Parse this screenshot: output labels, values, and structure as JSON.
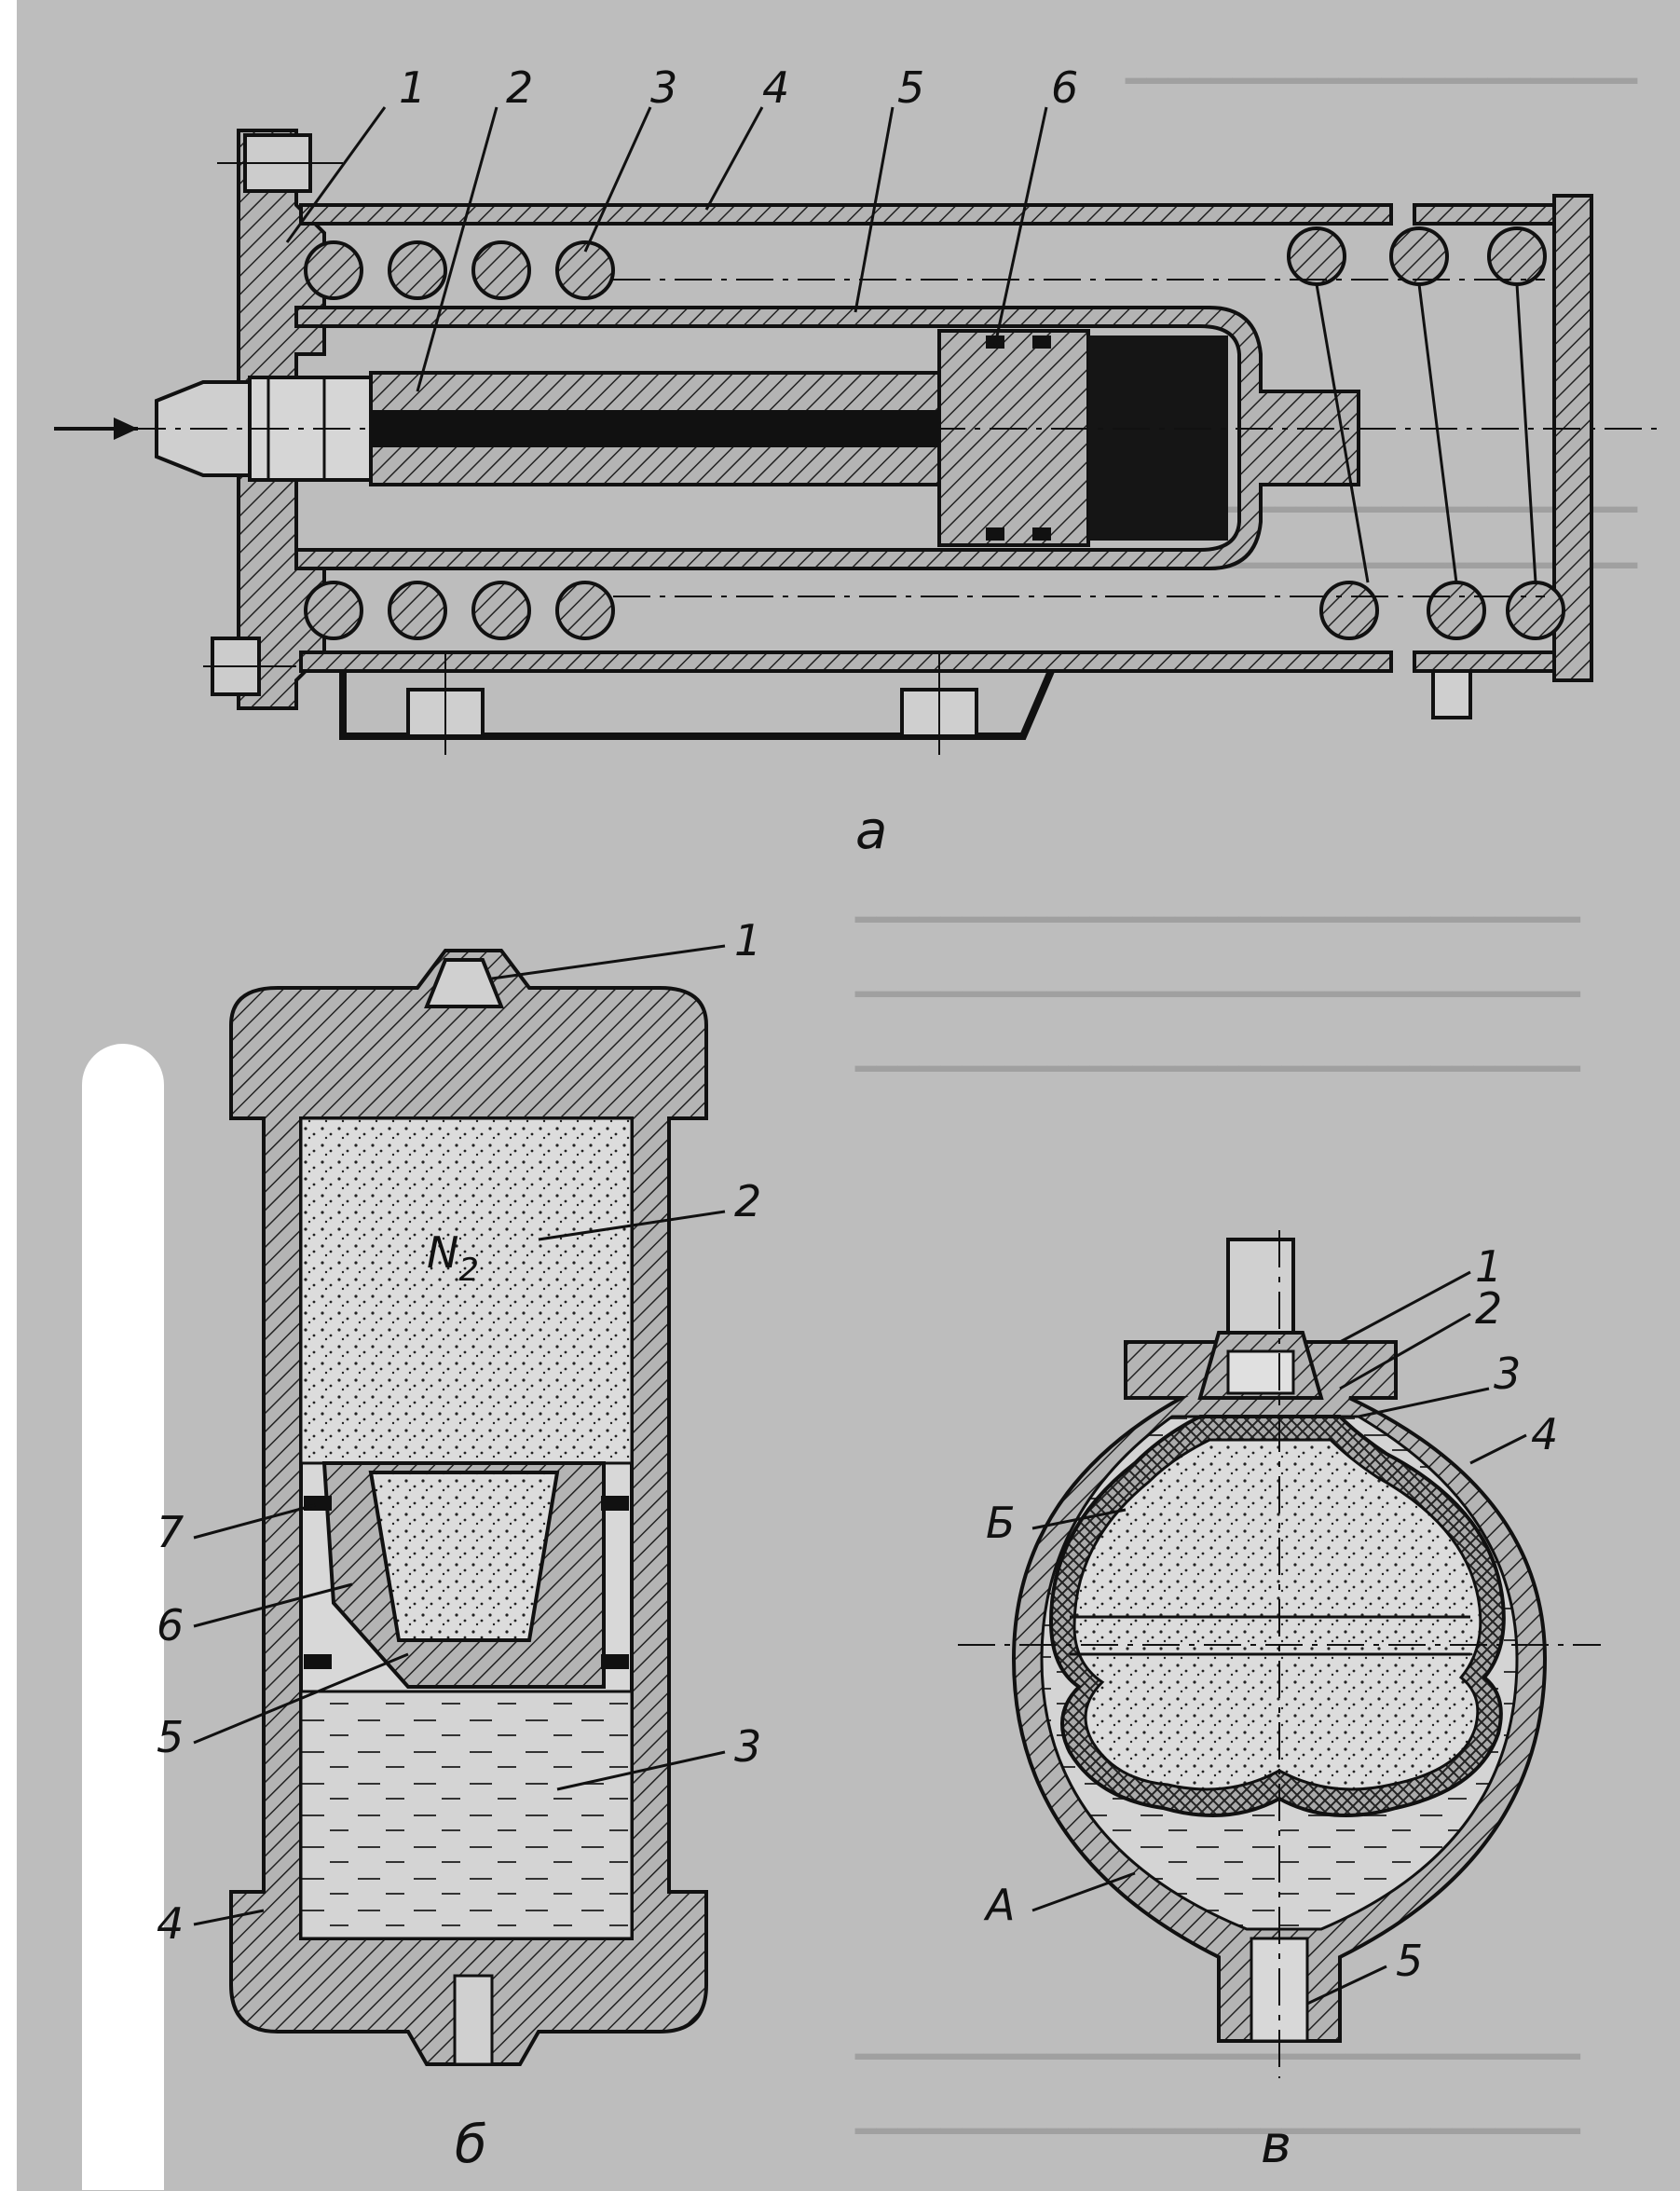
{
  "figure_a": {
    "caption": "а",
    "labels": [
      "1",
      "2",
      "3",
      "4",
      "5",
      "6"
    ]
  },
  "figure_b": {
    "caption": "б",
    "gas_label": "N",
    "gas_subscript": "2",
    "labels": [
      "1",
      "2",
      "3",
      "4",
      "5",
      "6",
      "7"
    ]
  },
  "figure_v": {
    "caption": "в",
    "labels": [
      "1",
      "2",
      "3",
      "4",
      "5",
      "Б",
      "А"
    ]
  },
  "colors": {
    "paper": "#bdbdbd",
    "ink": "#111111",
    "hatch_fill": "#9a9a9a",
    "dots_fill": "#d9d9d9"
  }
}
